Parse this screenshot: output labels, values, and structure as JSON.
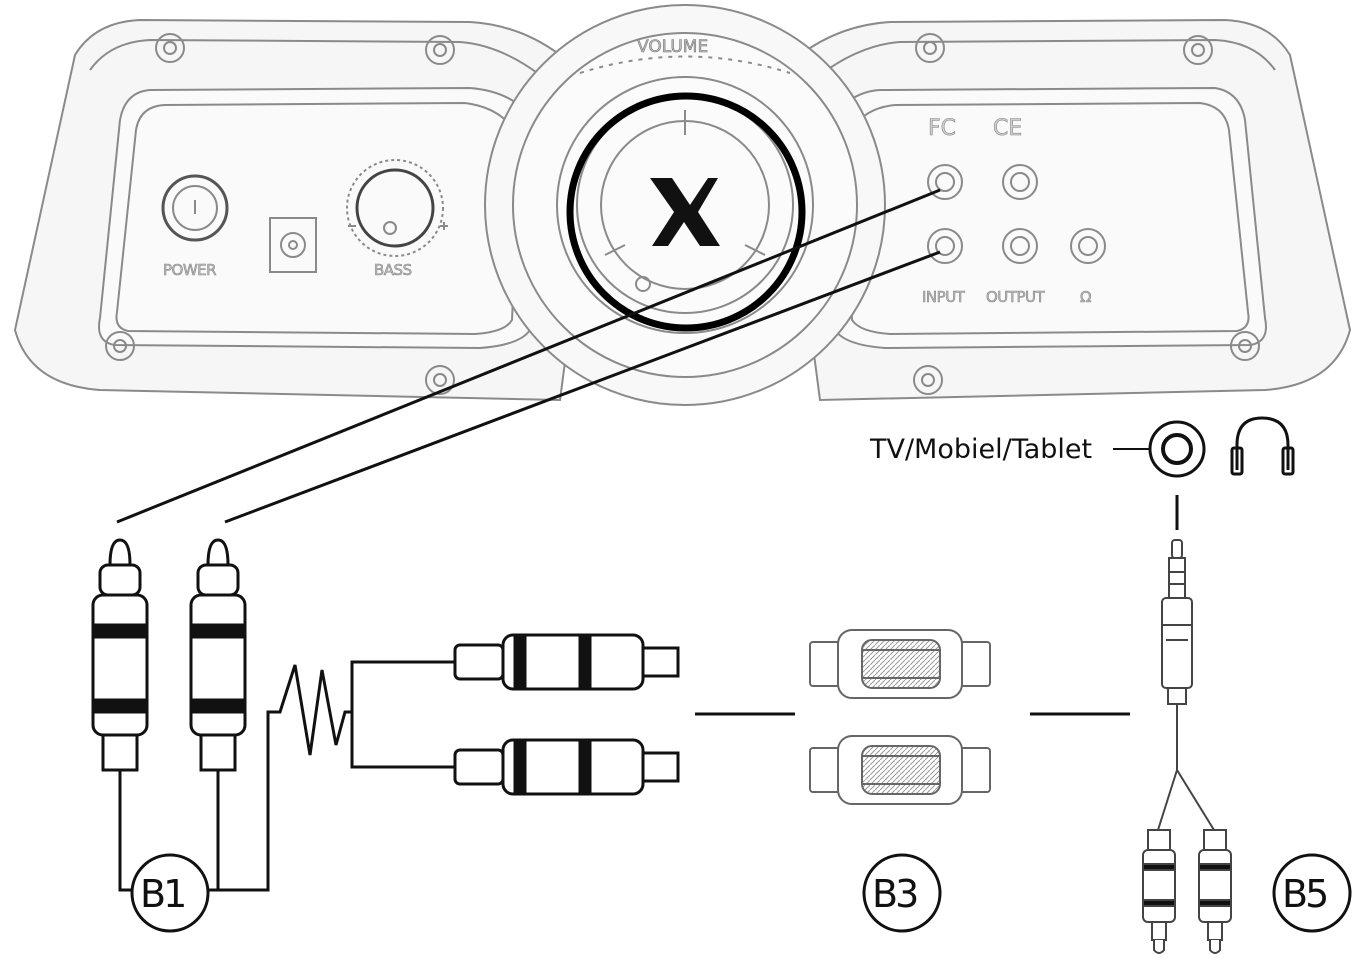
{
  "panel": {
    "volume_label": "VOLUME",
    "power_label": "POWER",
    "bass_label": "BASS",
    "fcc_mark": "FC",
    "ce_mark": "CE",
    "input_label": "INPUT",
    "output_label": "OUTPUT",
    "headphone_symbol": "Ω"
  },
  "source": {
    "label": "TV/Mobiel/Tablet",
    "icon": "headphones-icon"
  },
  "callouts": {
    "b1": "B1",
    "b3": "B3",
    "b5": "B5"
  }
}
